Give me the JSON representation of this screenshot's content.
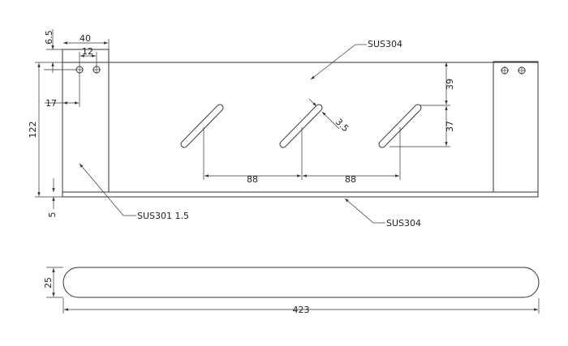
{
  "dimensions": {
    "bracket_height": "122",
    "top_gap": "6.5",
    "end_plate_width": "40",
    "hole_spacing": "12",
    "hole_offset": "17",
    "base_thickness": "5",
    "slot_pitch_1": "88",
    "slot_pitch_2": "88",
    "slot_top": "39",
    "slot_length": "37",
    "slot_width": "3.5",
    "bar_height": "25",
    "overall_length": "423"
  },
  "labels": {
    "main_plate_material": "SUS304",
    "end_plate_material": "SUS301 1.5",
    "base_material": "SUS304"
  }
}
